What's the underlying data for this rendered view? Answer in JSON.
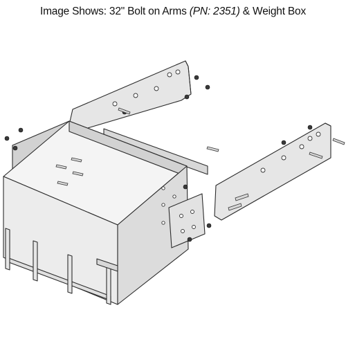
{
  "caption": {
    "prefix": "Image Shows: 32\" Bolt on Arms ",
    "part_number": "(PN: 2351)",
    "suffix": " & Weight Box"
  },
  "colors": {
    "line": "#2b2b2b",
    "arm_fill": "#e6e6e6",
    "box_front": "#ececec",
    "box_side": "#dcdcdc",
    "box_top": "#f4f4f4",
    "inner_wall": "#d2d2d2"
  },
  "drawing": {
    "icon": "exploded-assembly-illustration"
  }
}
